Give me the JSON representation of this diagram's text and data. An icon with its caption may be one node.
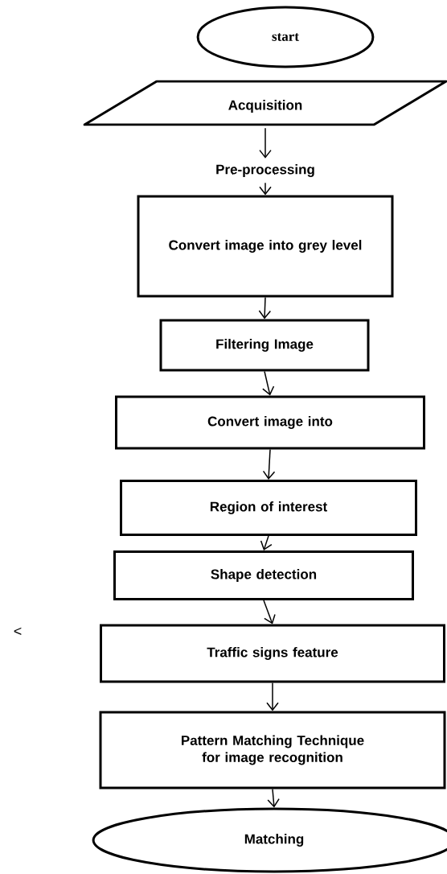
{
  "diagram": {
    "nodes": [
      {
        "text": [
          "start"
        ]
      },
      {
        "text": [
          "Acquisition"
        ]
      },
      {
        "text": [
          "Pre-processing"
        ]
      },
      {
        "text": [
          "Convert image into grey level"
        ]
      },
      {
        "text": [
          "Filtering Image"
        ]
      },
      {
        "text": [
          "Convert image into"
        ]
      },
      {
        "text": [
          "Region of interest"
        ]
      },
      {
        "text": [
          "Shape detection"
        ]
      },
      {
        "text": [
          "Traffic signs feature"
        ]
      },
      {
        "text": [
          "Pattern Matching Technique for image recognition"
        ]
      },
      {
        "text": [
          "Matching"
        ]
      }
    ],
    "edges": [
      {
        "from": 1,
        "to": 2,
        "arrow": "to"
      },
      {
        "from": 2,
        "to": 3,
        "arrow": "to"
      },
      {
        "from": 3,
        "to": 4,
        "arrow": "to"
      },
      {
        "from": 4,
        "to": 5,
        "arrow": "to"
      },
      {
        "from": 5,
        "to": 6,
        "arrow": "to"
      },
      {
        "from": 6,
        "to": 7,
        "arrow": "to"
      },
      {
        "from": 7,
        "to": 8,
        "arrow": "to"
      },
      {
        "from": 8,
        "to": 9,
        "arrow": "to"
      },
      {
        "from": 9,
        "to": 10,
        "arrow": "to"
      }
    ],
    "labels": [
      "<"
    ]
  }
}
